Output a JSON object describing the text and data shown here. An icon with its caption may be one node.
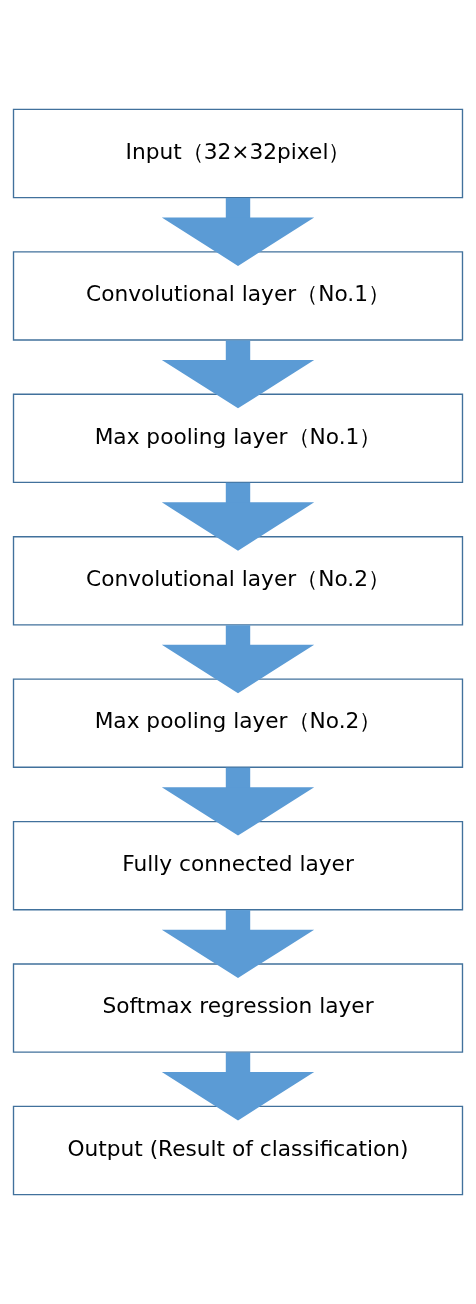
{
  "diagram": {
    "nodes": [
      {
        "text": [
          "Input（32×32pixel）"
        ]
      },
      {
        "text": [
          "Convolutional layer（No.1）"
        ]
      },
      {
        "text": [
          "Max pooling layer（No.1）"
        ]
      },
      {
        "text": [
          "Convolutional layer（No.2）"
        ]
      },
      {
        "text": [
          "Max pooling layer（No.2）"
        ]
      },
      {
        "text": [
          "Fully connected layer"
        ]
      },
      {
        "text": [
          "Softmax regression layer"
        ]
      },
      {
        "text": [
          "Output (Result of classification)"
        ]
      }
    ],
    "edges": [
      {
        "from": 0,
        "to": 1,
        "arrow": "to"
      },
      {
        "from": 1,
        "to": 2,
        "arrow": "to"
      },
      {
        "from": 2,
        "to": 3,
        "arrow": "to"
      },
      {
        "from": 3,
        "to": 4,
        "arrow": "to"
      },
      {
        "from": 4,
        "to": 5,
        "arrow": "to"
      },
      {
        "from": 5,
        "to": 6,
        "arrow": "to"
      },
      {
        "from": 6,
        "to": 7,
        "arrow": "to"
      }
    ]
  }
}
